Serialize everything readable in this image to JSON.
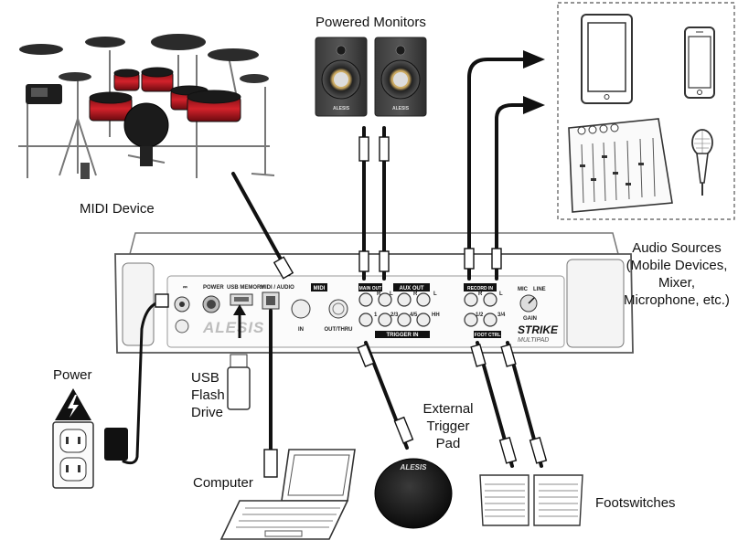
{
  "labels": {
    "powered_monitors": "Powered Monitors",
    "midi_device": "MIDI Device",
    "audio_sources": [
      "Audio Sources",
      "(Mobile Devices,",
      "Mixer,",
      "Microphone, etc.)"
    ],
    "power": "Power",
    "usb_flash_drive": [
      "USB",
      "Flash",
      "Drive"
    ],
    "external_trigger_pad": [
      "External",
      "Trigger",
      "Pad"
    ],
    "computer": "Computer",
    "footswitches": "Footswitches"
  },
  "panel": {
    "brand": "ALESIS",
    "model": "STRIKE",
    "model_sub": "MULTIPAD",
    "power": "POWER",
    "usb_memory": "USB MEMORY",
    "midi_audio": "MIDI / AUDIO",
    "midi": "MIDI",
    "midi_in": "IN",
    "midi_out": "OUT/THRU",
    "main_out": "MAIN OUT",
    "aux_out": "AUX OUT",
    "record_in": "RECORD IN",
    "trigger_in": "TRIGGER IN",
    "foot_ctrl": "FOOT CTRL",
    "mic_line": [
      "MIC",
      "LINE"
    ],
    "gain": "GAIN",
    "trig_labels": [
      "1",
      "2/3",
      "4/5",
      "HH"
    ],
    "foot_labels": [
      "1/2",
      "3/4"
    ],
    "r": "R",
    "l": "L",
    "dc": "⎓"
  },
  "device_logos": {
    "pad_logo": "ALESIS",
    "monitor_logo": "ALESIS"
  }
}
